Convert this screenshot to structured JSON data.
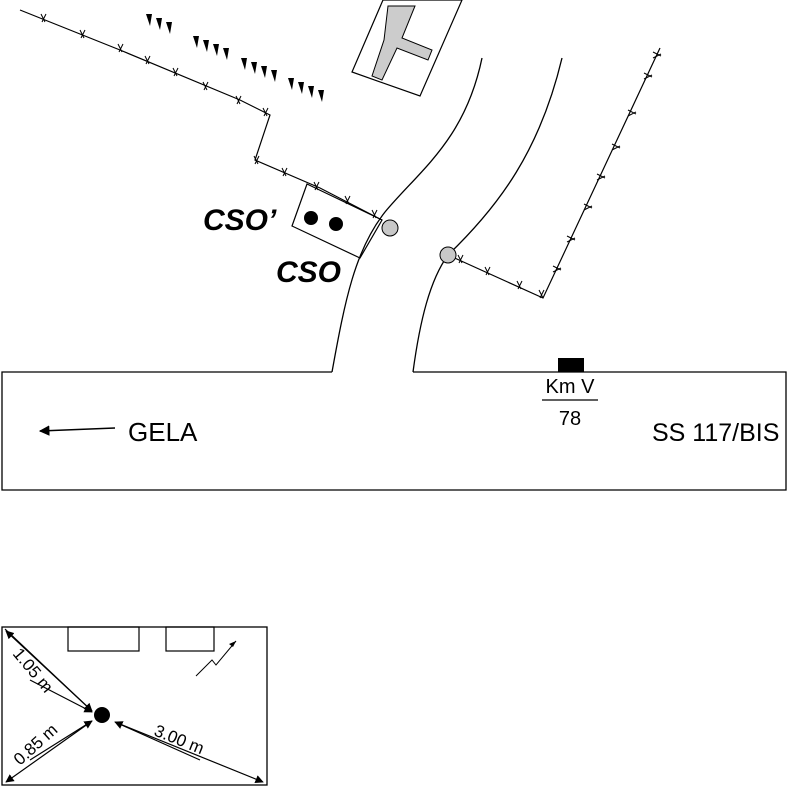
{
  "map": {
    "labels": {
      "cso_prime": "CSO’",
      "cso": "CSO",
      "direction": "GELA",
      "road": "SS 117/BIS",
      "km_top": "Km V",
      "km_bottom": "78"
    }
  },
  "inset": {
    "dim_upper_left": "1.05 m",
    "dim_lower_left": "0.85 m",
    "dim_right": "3.00 m"
  }
}
